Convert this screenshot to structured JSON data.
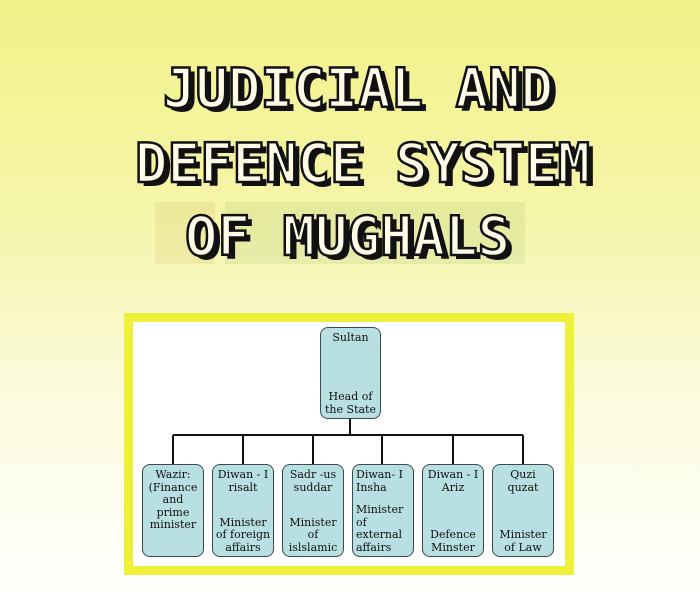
{
  "title": {
    "line1": "JUDICIAL AND",
    "line2": "DEFENCE SYSTEM",
    "line3": "OF MUGHALS"
  },
  "chart": {
    "root": {
      "name": "Sultan",
      "role": "Head of\nthe State"
    },
    "children": [
      {
        "name": "Wazir:\n(Finance\nand prime\nminister",
        "role": ""
      },
      {
        "name": "Diwan - I\nrisalt",
        "role": "Minister\nof foreign\naffairs"
      },
      {
        "name": "Sadr -us\nsuddar",
        "role": "Minister\nof\nislslamic"
      },
      {
        "name": "Diwan- I\nInsha",
        "role": "Minister\nof\nexternal\naffairs"
      },
      {
        "name": "Diwan - I\nAriz",
        "role": "Defence\nMinster"
      },
      {
        "name": "Quzi\nquzat",
        "role": "Minister\nof Law"
      }
    ]
  },
  "colors": {
    "frame": "#eef03a",
    "box_fill": "#b8dfe2",
    "background_top": "#f2f28a"
  }
}
